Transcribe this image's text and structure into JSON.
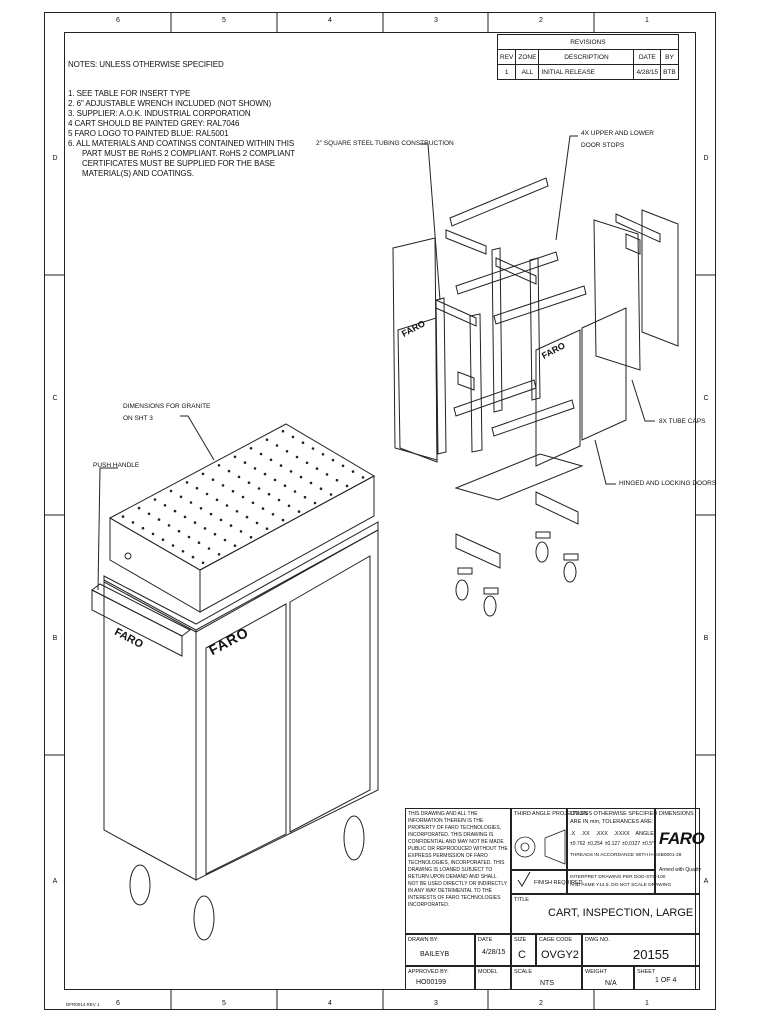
{
  "zones": {
    "top": [
      "6",
      "5",
      "4",
      "3",
      "2",
      "1"
    ],
    "bottom": [
      "6",
      "5",
      "4",
      "3",
      "2",
      "1"
    ],
    "left": [
      "D",
      "C",
      "B",
      "A"
    ],
    "right": [
      "D",
      "C",
      "B",
      "A"
    ]
  },
  "notes": {
    "heading": "NOTES: UNLESS OTHERWISE SPECIFIED",
    "items": [
      "1. SEE TABLE FOR INSERT TYPE",
      "2. 6\" ADJUSTABLE WRENCH INCLUDED (NOT SHOWN)",
      "3. SUPPLIER: A.O.K. INDUSTRIAL CORPORATION",
      "4 CART SHOULD BE PAINTED GREY: RAL7046",
      "5 FARO LOGO TO PAINTED BLUE: RAL5001",
      "6. ALL MATERIALS AND COATINGS CONTAINED WITHIN THIS",
      "PART MUST BE RoHS 2 COMPLIANT.  RoHS 2 COMPLIANT",
      "CERTIFICATES MUST BE SUPPLIED FOR THE BASE",
      "MATERIAL(S) AND COATINGS."
    ]
  },
  "revisions": {
    "title": "REVISIONS",
    "headers": [
      "REV",
      "ZONE",
      "DESCRIPTION",
      "DATE",
      "BY"
    ],
    "rows": [
      [
        "1",
        "ALL",
        "INITIAL RELEASE",
        "4/28/15",
        "BTB"
      ]
    ]
  },
  "callouts": {
    "tubing": "2\" SQUARE STEEL TUBING CONSTRUCTION",
    "door_stops_1": "4X UPPER AND LOWER",
    "door_stops_2": "DOOR STOPS",
    "tube_caps": "8X TUBE CAPS",
    "doors": "HINGED AND LOCKING DOORS",
    "granite_1": "DIMENSIONS FOR GRANITE",
    "granite_2": "ON SHT 3",
    "push_handle": "PUSH HANDLE"
  },
  "logo_text": "FARO",
  "title_block": {
    "confidential": "THIS DRAWING AND ALL THE INFORMATION THEREIN IS THE PROPERTY OF FARO TECHNOLOGIES, INCORPORATED. THIS DRAWING IS CONFIDENTIAL AND MAY NOT BE MADE PUBLIC OR REPRODUCED WITHOUT THE EXPRESS PERMISSION OF FARO TECHNOLOGIES, INCORPORATED. THIS DRAWING IS LOANED SUBJECT TO RETURN UPON DEMAND AND SHALL NOT BE USED DIRECTLY OR INDIRECTLY IN ANY WAY DETRIMENTAL TO THE INTERESTS OF FARO TECHNOLOGIES INCORPORATED.",
    "projection": "THIRD ANGLE PROJECTION",
    "finish_label": "FINISH REQUIRED",
    "dims_heading_1": "UNLESS OTHERWISE SPECIFIED DIMENSIONS",
    "dims_heading_2": "ARE IN mm, TOLERANCES ARE:",
    "tol_headers": [
      ".X",
      ".XX",
      ".XXX",
      ".XXXX",
      "ANGLE"
    ],
    "tol_values": [
      "±0.762",
      "±0.254",
      "±0.127",
      "±0.0127",
      "±0.5°"
    ],
    "threads": "THREADS IN ACCORDANCE WITH H-ASB0001-28",
    "interpret": "INTERPRET DRAWING PER DOD-STD-100",
    "no_scale": "AND ASME Y14.5. DO NOT SCALE DRAWING",
    "tagline": "Armed with Quality",
    "title_label": "TITLE",
    "title": "CART, INSPECTION, LARGE",
    "drawn_by_label": "DRAWN BY:",
    "drawn_by": "BAILEYB",
    "date_label": "DATE",
    "date": "4/28/15",
    "size_label": "SIZE",
    "size": "C",
    "cage_label": "CAGE CODE",
    "cage": "OVGY2",
    "dwg_label": "DWG NO.",
    "dwg": "20155",
    "approved_label": "APPROVED BY:",
    "approved": "HO00199",
    "model_label": "MODEL",
    "scale_label": "SCALE",
    "scale": "NTS",
    "weight_label": "WEIGHT",
    "weight": "N/A",
    "sheet_label": "SHEET",
    "sheet": "1 OF 4"
  },
  "form_no": "DFR0014 REV 1"
}
